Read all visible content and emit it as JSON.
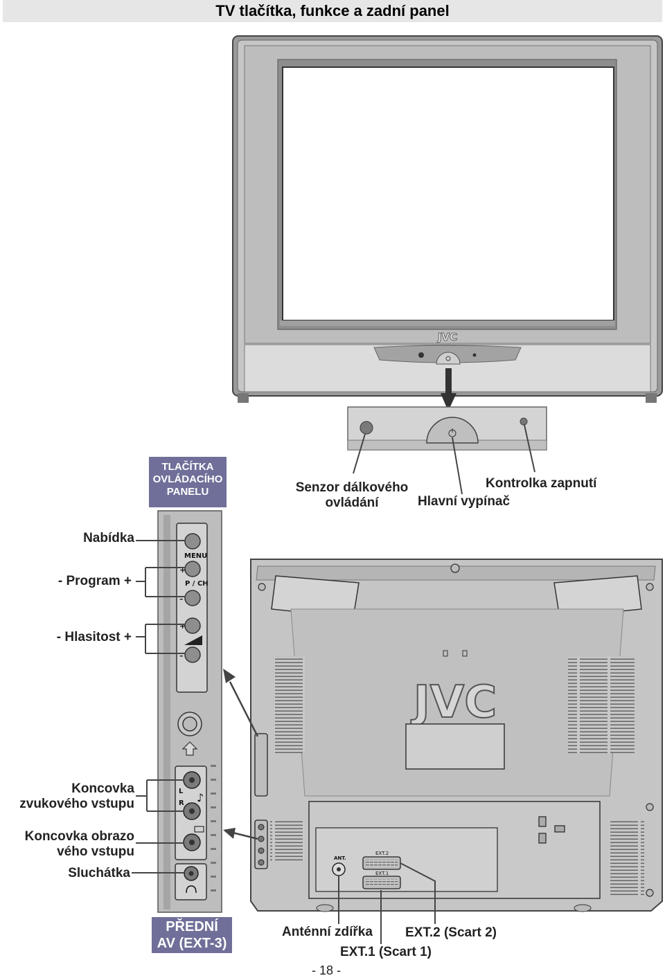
{
  "page": {
    "title": "TV tlačítka, funkce a zadní panel",
    "page_number": "- 18 -"
  },
  "front": {
    "brand": "JVC",
    "labels": {
      "remote_sensor": [
        "Senzor dálkového",
        "ovládání"
      ],
      "power_indicator": "Kontrolka zapnutí",
      "main_switch": "Hlavní vypínač"
    }
  },
  "control_panel": {
    "tag": [
      "TLAČÍTKA",
      "OVLÁDACÍHO",
      "PANELU"
    ],
    "labels": {
      "menu": "Nabídka",
      "program": "- Program +",
      "volume": "- Hlasitost +",
      "audio_in": [
        "Koncovka",
        "zvukového vstupu"
      ],
      "video_in": [
        "Koncovka obrazo",
        "vého vstupu"
      ],
      "headphones": "Sluchátka"
    },
    "button_marks": {
      "menu": "MENU",
      "pch": "P / CH",
      "plus": "+",
      "minus": "–",
      "left": "L",
      "right": "R"
    }
  },
  "front_av": {
    "tag": [
      "PŘEDNÍ",
      "AV (EXT-3)"
    ]
  },
  "rear": {
    "brand": "JVC",
    "marks": {
      "ant": "ANT.",
      "ext1": "EXT.1",
      "ext2": "EXT.2"
    },
    "labels": {
      "antenna": "Anténní zdířka",
      "ext2": "EXT.2 (Scart 2)",
      "ext1": "EXT.1 (Scart 1)"
    }
  },
  "colors": {
    "tag_bg": "#6f6f99",
    "tv_body": "#c4c4c4",
    "tv_outline": "#555555",
    "screen": "#ffffff"
  }
}
